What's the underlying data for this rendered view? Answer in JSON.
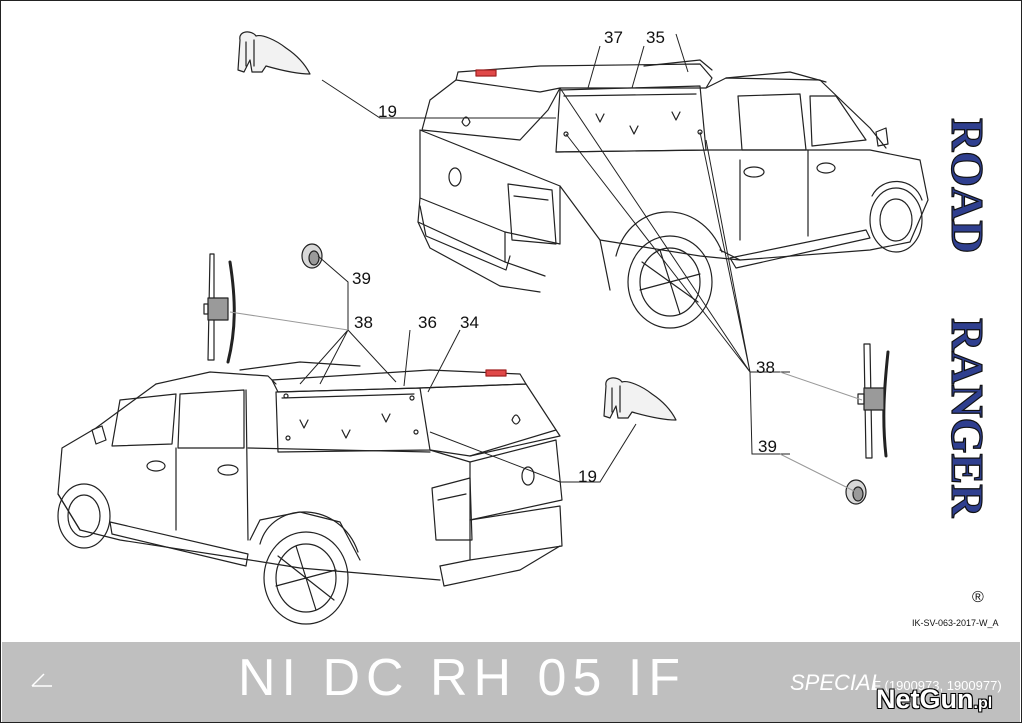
{
  "labels": {
    "l19a": "19",
    "l37": "37",
    "l35": "35",
    "l39a": "39",
    "l38a": "38",
    "l36": "36",
    "l34": "34",
    "l38b": "38",
    "l39b": "39",
    "l19b": "19"
  },
  "doc_id": "IK-SV-063-2017-W_A",
  "brand": {
    "line1": "ROAD",
    "line2": "RANGER",
    "registered": "®",
    "color": "#2f3f8f"
  },
  "footer": {
    "code": "NI DC RH 05 IF",
    "special": "SPECIAL",
    "parts": "F (1900973, 1900977)",
    "watermark": "NetGun",
    "watermark_tld": ".pl"
  }
}
